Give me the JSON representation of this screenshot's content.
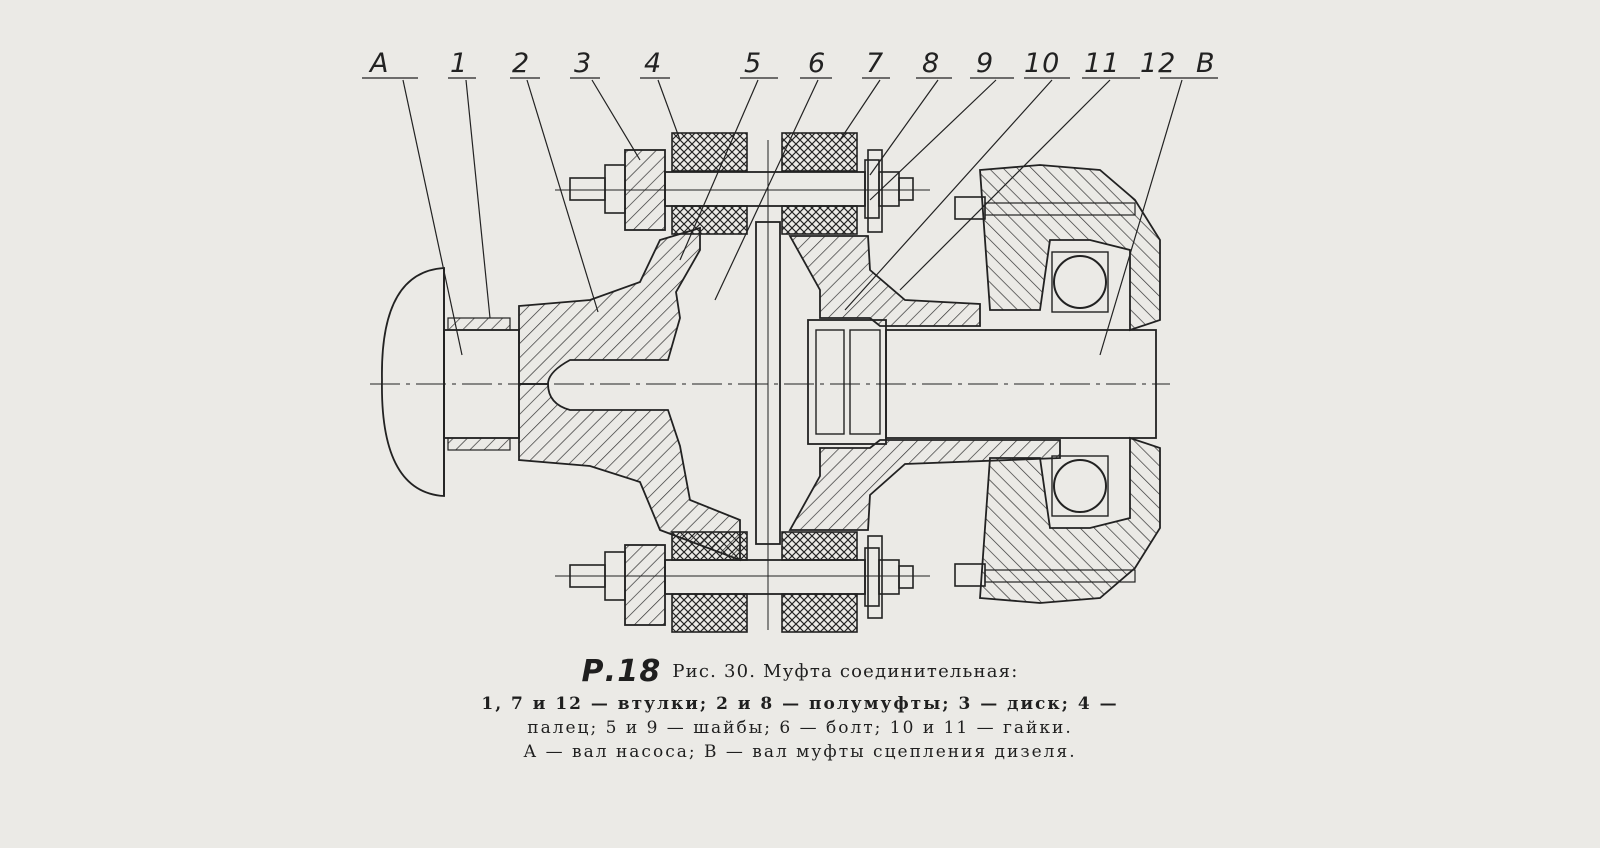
{
  "figure": {
    "labels": [
      "A",
      "1",
      "2",
      "3",
      "4",
      "5",
      "6",
      "7",
      "8",
      "9",
      "10",
      "11",
      "12",
      "B"
    ],
    "page_ref": "Р.18"
  },
  "caption": {
    "title": "Рис. 30. Муфта соединительная:",
    "legend_lines": [
      "1, 7 и 12 — втулки; 2 и 8 — полумуфты; 3 — диск; 4 —",
      "палец; 5 и 9 — шайбы; 6 — болт; 10 и 11 — гайки.",
      "А — вал насоса; В — вал муфты сцепления дизеля."
    ]
  }
}
